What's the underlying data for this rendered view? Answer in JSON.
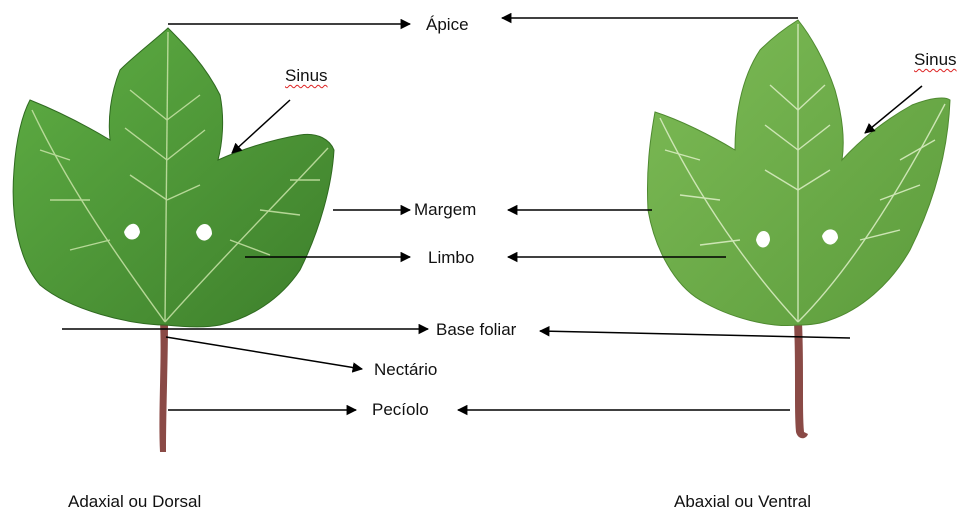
{
  "labels": {
    "apice": "Ápice",
    "sinus_left": "Sinus",
    "sinus_right": "Sinus",
    "margem": "Margem",
    "limbo": "Limbo",
    "base_foliar": "Base foliar",
    "nectario": "Nectário",
    "peciolo": "Pecíolo"
  },
  "captions": {
    "left": "Adaxial ou Dorsal",
    "right": "Abaxial ou Ventral"
  },
  "colors": {
    "leaf_left": "#4f9a3a",
    "leaf_left_dark": "#3c7d2a",
    "leaf_right": "#6fae4a",
    "leaf_right_dark": "#5a9a3a",
    "vein": "#c9e4a8",
    "petiole": "#8a4a46",
    "arrow": "#000000",
    "sinus_underline": "#dd2222"
  }
}
